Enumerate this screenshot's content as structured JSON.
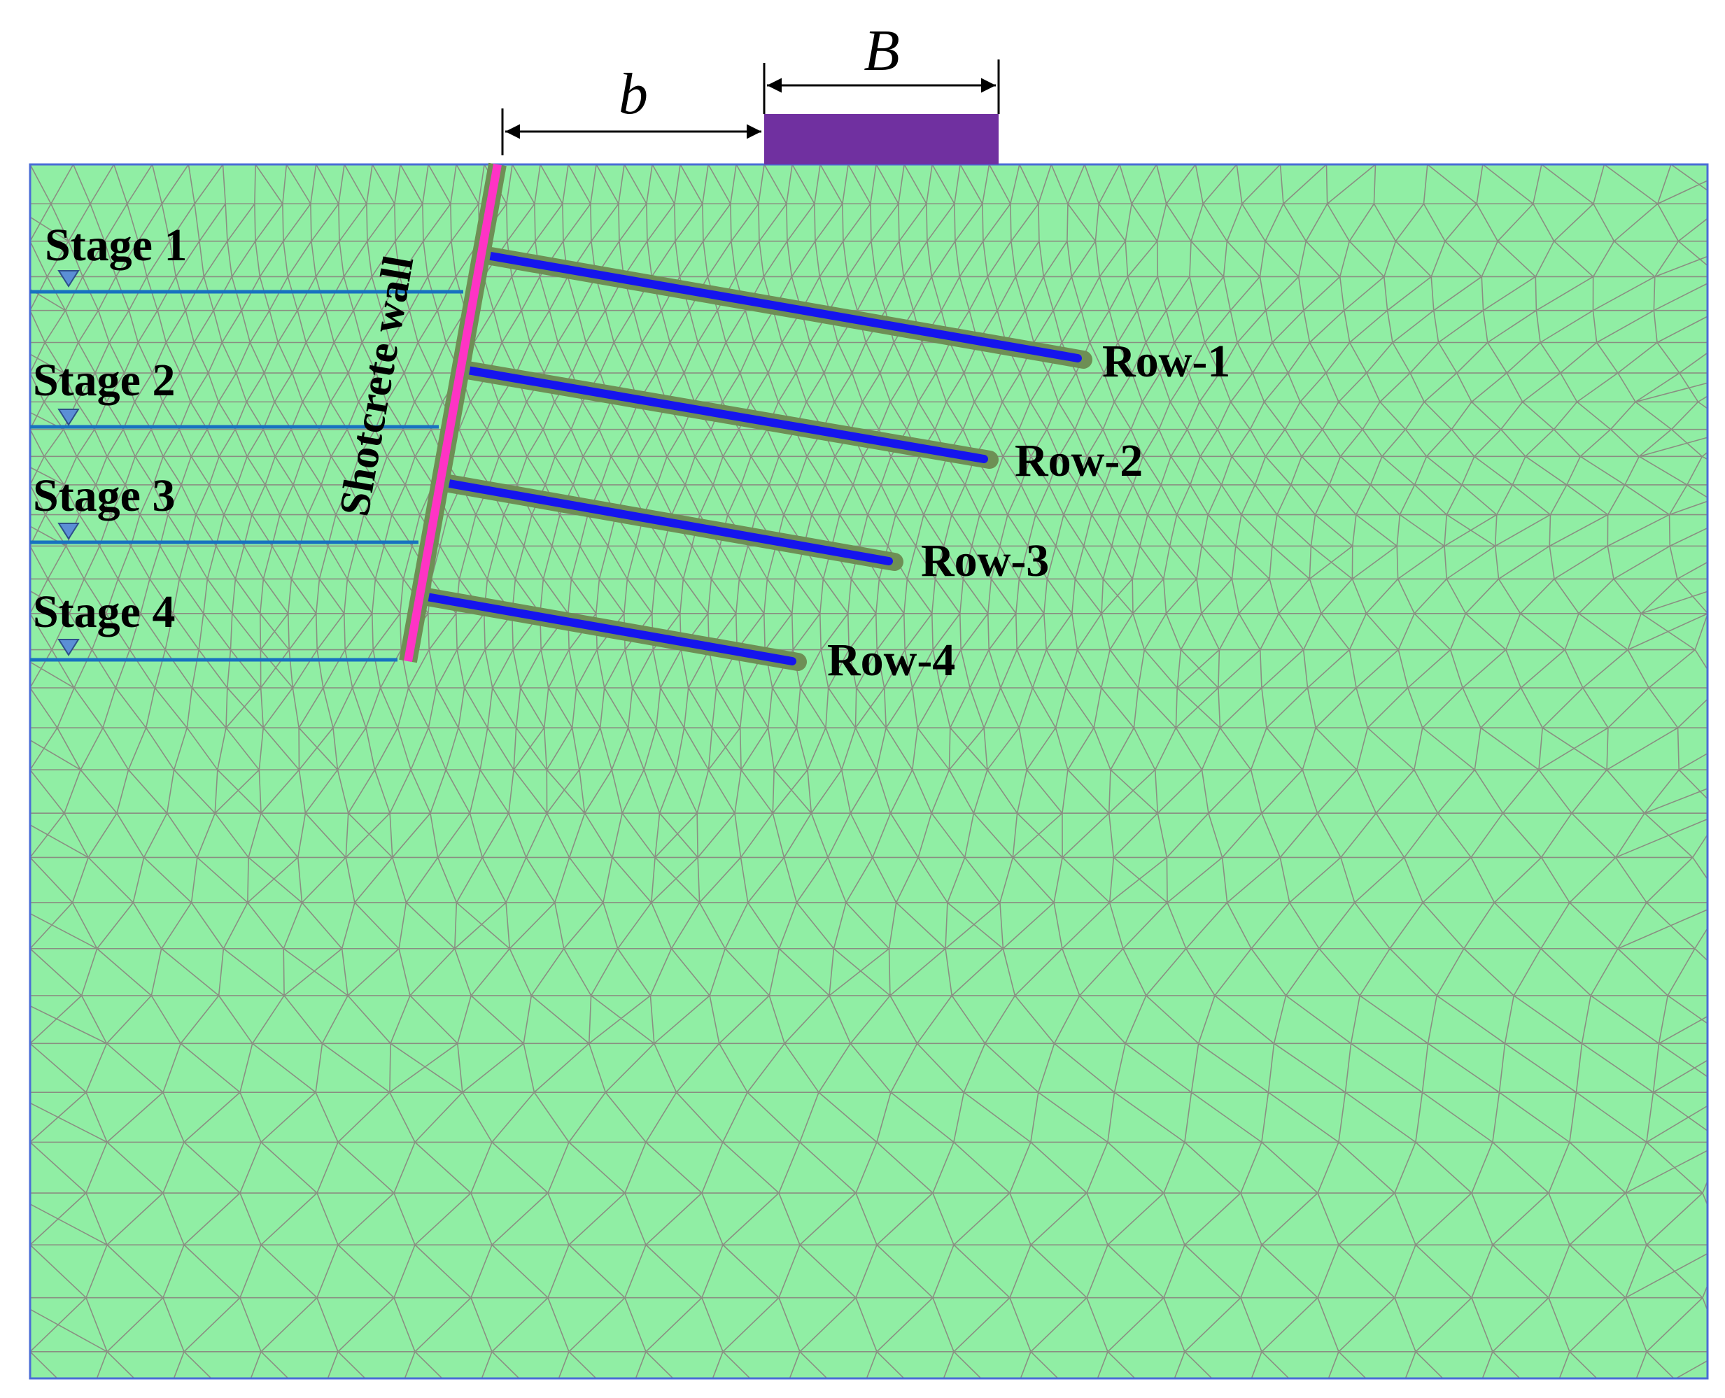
{
  "labels": {
    "dim_b": "b",
    "dim_B": "B",
    "wall": "Shotcrete wall",
    "stages": [
      "Stage 1",
      "Stage 2",
      "Stage 3",
      "Stage 4"
    ],
    "rows": [
      "Row-1",
      "Row-2",
      "Row-3",
      "Row-4"
    ]
  },
  "colors": {
    "soil": "#90eea4",
    "mesh": "#8a8f82",
    "boundary": "#4a6cd6",
    "wall": "#ff33c5",
    "nail": "#1515ee",
    "grout": "#6e8f55",
    "footing": "#7030a0",
    "water_line": "#1872c0",
    "water_marker": "#5b8fd6"
  },
  "icons": {
    "water_level": "inverted-triangle-icon",
    "dimension": "double-arrow-icon"
  }
}
